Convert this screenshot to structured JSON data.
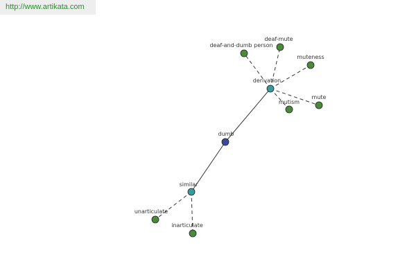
{
  "banner": {
    "url": "http://www.artikata.com"
  },
  "colors": {
    "center": "#3a4a9a",
    "hub": "#3a9a9a",
    "leaf": "#4a8a3a",
    "edge": "#333333",
    "banner_bg": "#eeeeee",
    "banner_text": "#2e8b2e"
  },
  "graph": {
    "nodes": [
      {
        "id": "dumb",
        "label": "dumb",
        "kind": "center"
      },
      {
        "id": "derivation",
        "label": "derivation",
        "kind": "hub"
      },
      {
        "id": "similar",
        "label": "similar",
        "kind": "hub"
      },
      {
        "id": "deaf-and-dumb",
        "label": "deaf-and-dumb person",
        "kind": "leaf"
      },
      {
        "id": "deaf-mute",
        "label": "deaf-mute",
        "kind": "leaf"
      },
      {
        "id": "muteness",
        "label": "muteness",
        "kind": "leaf"
      },
      {
        "id": "mute",
        "label": "mute",
        "kind": "leaf"
      },
      {
        "id": "mutism",
        "label": "mutism",
        "kind": "leaf"
      },
      {
        "id": "unarticulate",
        "label": "unarticulate",
        "kind": "leaf"
      },
      {
        "id": "inarticulate",
        "label": "inarticulate",
        "kind": "leaf"
      }
    ],
    "edges": [
      {
        "from": "dumb",
        "to": "derivation",
        "style": "solid"
      },
      {
        "from": "dumb",
        "to": "similar",
        "style": "solid"
      },
      {
        "from": "derivation",
        "to": "deaf-and-dumb",
        "style": "dashed"
      },
      {
        "from": "derivation",
        "to": "deaf-mute",
        "style": "dashed"
      },
      {
        "from": "derivation",
        "to": "muteness",
        "style": "dashed"
      },
      {
        "from": "derivation",
        "to": "mute",
        "style": "dashed"
      },
      {
        "from": "derivation",
        "to": "mutism",
        "style": "dashed"
      },
      {
        "from": "similar",
        "to": "unarticulate",
        "style": "dashed"
      },
      {
        "from": "similar",
        "to": "inarticulate",
        "style": "dashed"
      }
    ]
  }
}
